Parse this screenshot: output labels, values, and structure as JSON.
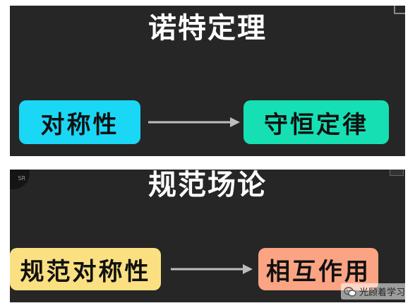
{
  "panel1": {
    "title": "诺特定理",
    "left_box": {
      "label": "对称性",
      "color": "#1ad7f6"
    },
    "right_box": {
      "label": "守恒定律",
      "color": "#16e0b3"
    }
  },
  "panel2": {
    "title": "规范场论",
    "corner_label": "SR",
    "left_box": {
      "label": "规范对称性",
      "color": "#fbe082"
    },
    "right_box": {
      "label": "相互作用",
      "color": "#fba483"
    }
  },
  "watermark": {
    "text": "光顾着学习",
    "icon": "wechat-icon"
  }
}
